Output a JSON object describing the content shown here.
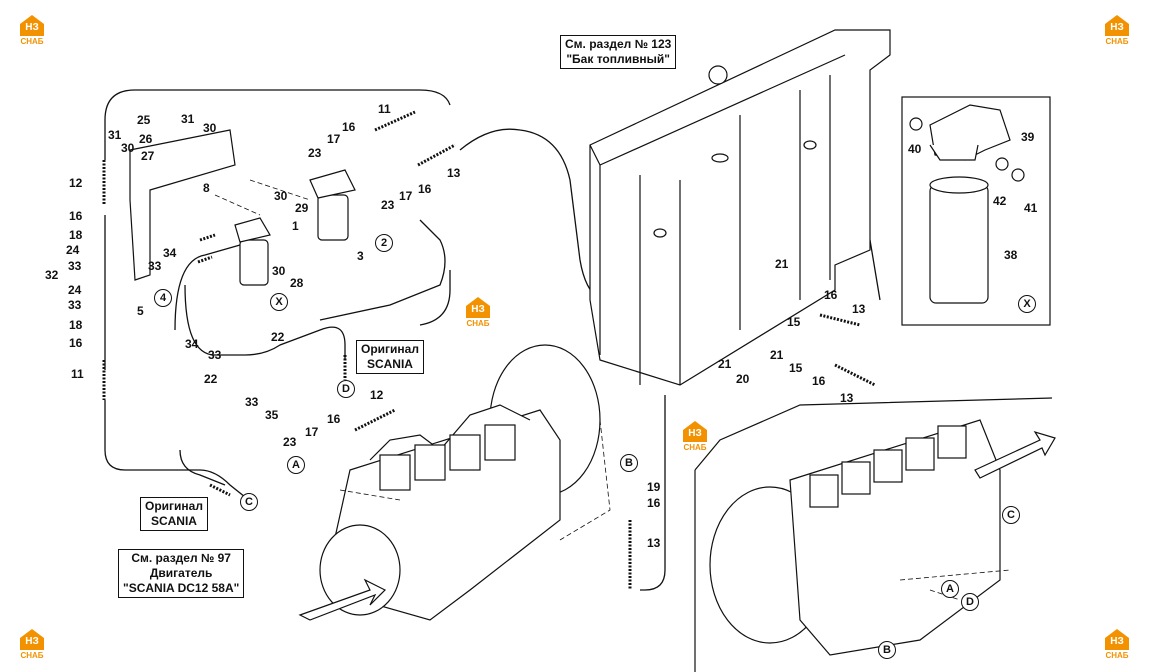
{
  "logo": {
    "top_text": "НЗ",
    "bottom_text": "СНАБ",
    "color": "#f39200"
  },
  "callouts": {
    "fuel_tank_line1": "См. раздел № 123",
    "fuel_tank_line2": "\"Бак топливный\"",
    "engine_line1": "См. раздел № 97",
    "engine_line2": "Двигатель",
    "engine_line3": "\"SCANIA DC12 58A\"",
    "original_top_line1": "Оригинал",
    "original_top_line2": "SCANIA",
    "original_bottom_line1": "Оригинал",
    "original_bottom_line2": "SCANIA"
  },
  "circled_refs": {
    "a": "A",
    "b": "B",
    "c": "C",
    "d": "D",
    "x": "X",
    "two": "2",
    "four": "4"
  },
  "part_numbers": {
    "p1": "1",
    "p2": "2",
    "p3": "3",
    "p4": "4",
    "p5": "5",
    "p8": "8",
    "p11": "11",
    "p12": "12",
    "p13": "13",
    "p15": "15",
    "p16": "16",
    "p17": "17",
    "p18": "18",
    "p19": "19",
    "p20": "20",
    "p21": "21",
    "p22": "22",
    "p23": "23",
    "p24": "24",
    "p25": "25",
    "p26": "26",
    "p27": "27",
    "p28": "28",
    "p29": "29",
    "p30": "30",
    "p31": "31",
    "p32": "32",
    "p33": "33",
    "p34": "34",
    "p35": "35",
    "p38": "38",
    "p39": "39",
    "p40": "40",
    "p41": "41",
    "p42": "42"
  }
}
